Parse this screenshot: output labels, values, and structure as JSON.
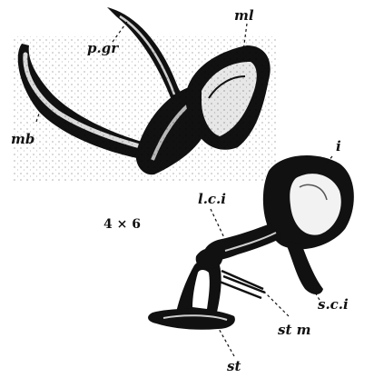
{
  "labels": {
    "pgr": "p.gr",
    "ml": "ml",
    "mb": "mb",
    "i": "i",
    "lci": "l.c.i",
    "sci": "s.c.i",
    "stm": "st m",
    "st": "st"
  },
  "magnification": "4 × 6"
}
